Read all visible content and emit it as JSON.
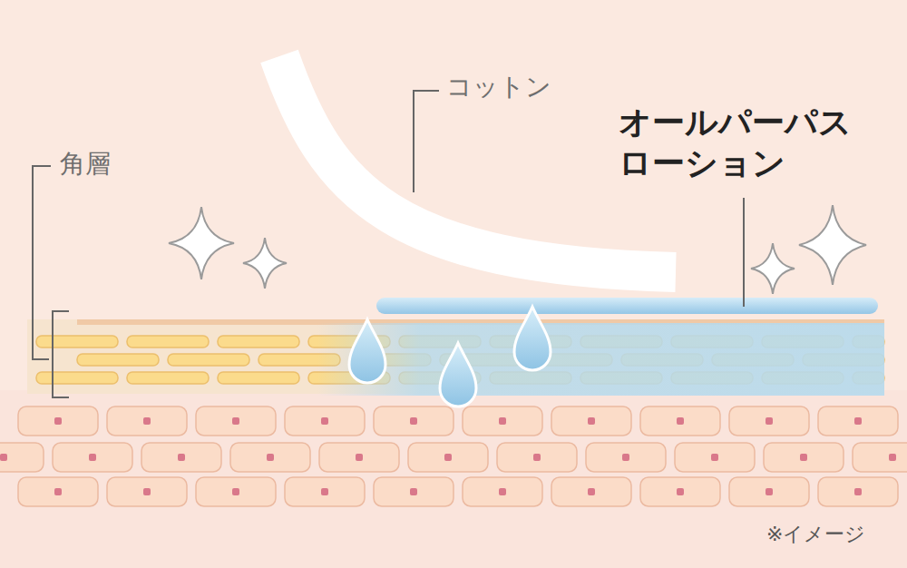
{
  "diagram": {
    "labels": [
      "コットン",
      "オールパーパス ローション",
      "角層",
      "※イメージ"
    ]
  }
}
